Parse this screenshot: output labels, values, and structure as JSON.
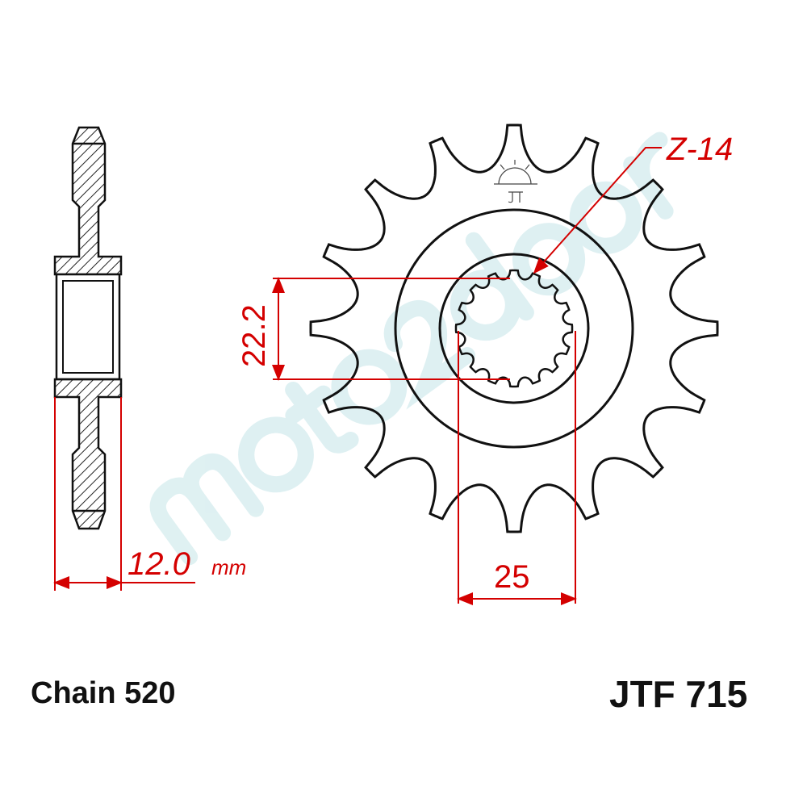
{
  "part_number": "JTF 715",
  "chain": "Chain 520",
  "teeth_label": "Z-14",
  "dimensions": {
    "width": "12.0",
    "width_unit": "mm",
    "spline_inner": "22.2",
    "spline_outer": "25"
  },
  "watermark": "moto2door",
  "colors": {
    "dimension": "#d40000",
    "outline": "#111111",
    "watermark": "#cfe9ec"
  }
}
